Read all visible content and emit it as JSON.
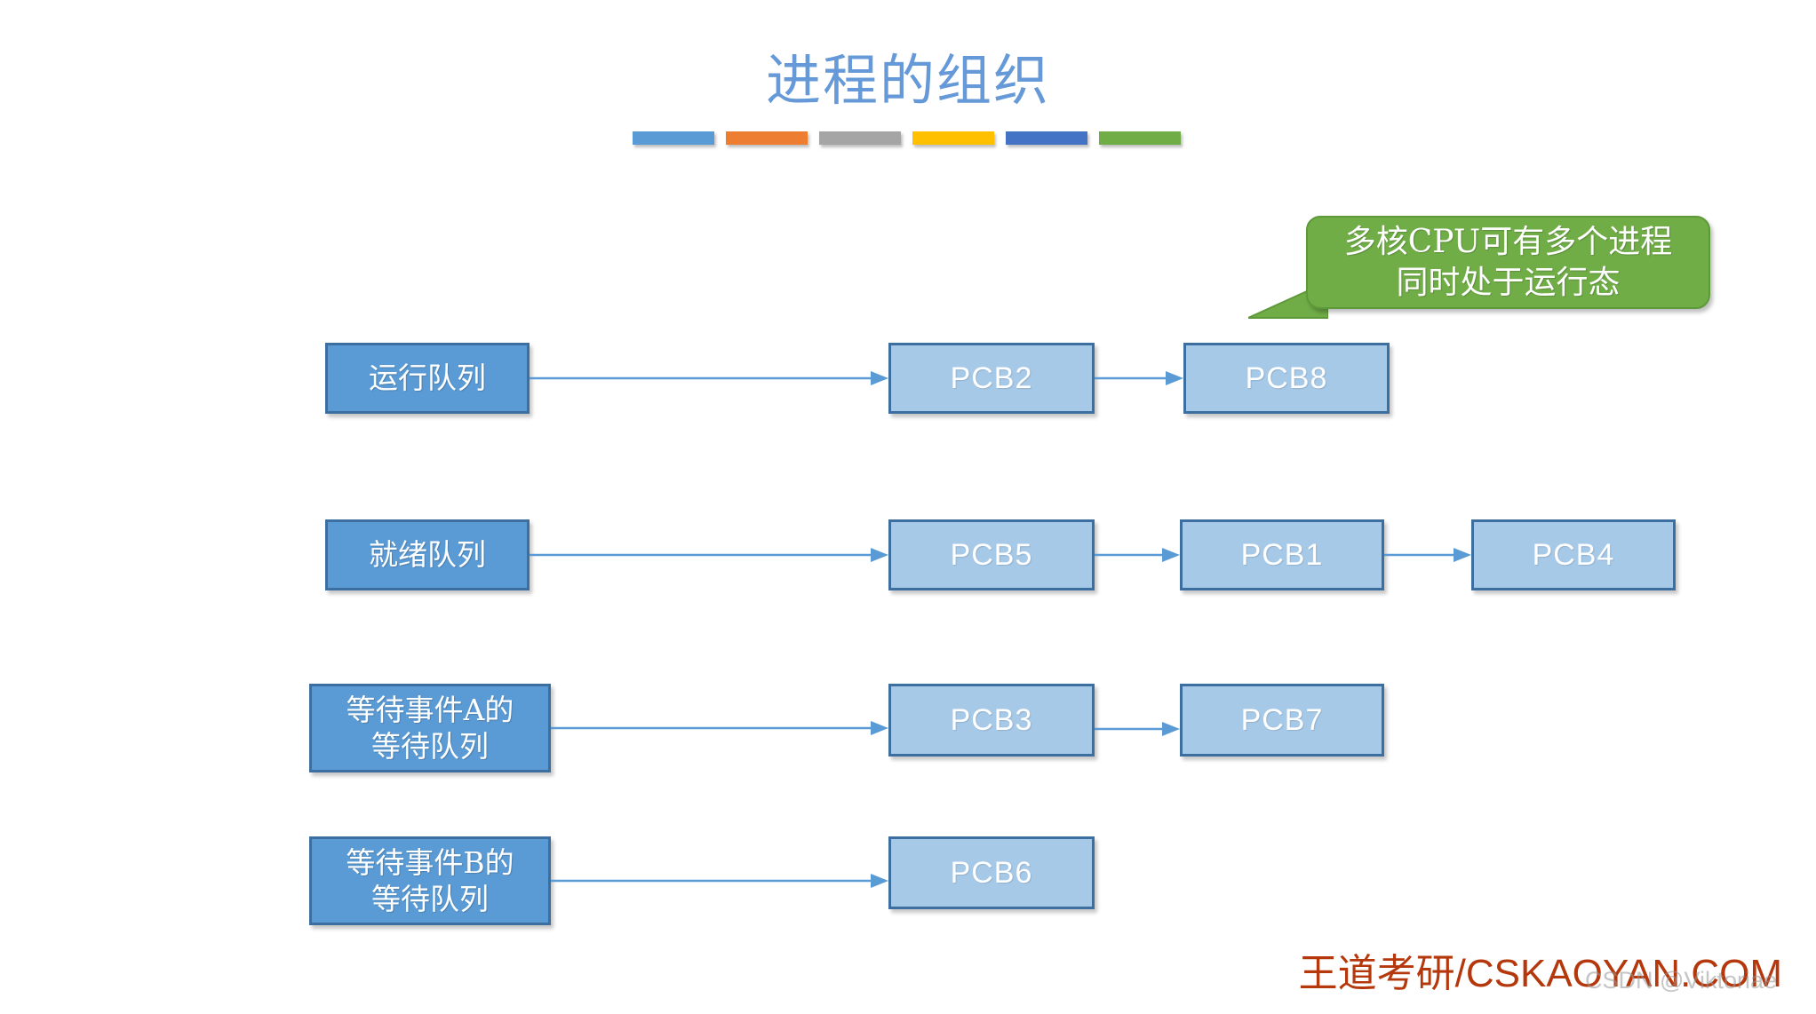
{
  "slide": {
    "title": "进程的组织",
    "title_color": "#6699D8",
    "background": "#ffffff"
  },
  "decor_bars": [
    {
      "name": "bar-blue",
      "color": "#5B9BD5"
    },
    {
      "name": "bar-orange",
      "color": "#ED7D31"
    },
    {
      "name": "bar-gray",
      "color": "#A5A5A5"
    },
    {
      "name": "bar-yellow",
      "color": "#FFC000"
    },
    {
      "name": "bar-dark-blue",
      "color": "#4472C4"
    },
    {
      "name": "bar-green",
      "color": "#70AD47"
    }
  ],
  "callout": {
    "text": "多核CPU可有多个进程\n同时处于运行态",
    "fill": "#70AD47",
    "border": "#5E9939",
    "text_color": "#FFFFFF"
  },
  "colors": {
    "queue_fill": "#5B9BD5",
    "pcb_fill": "#A6C9E8",
    "node_border": "#3C6E9F",
    "arrow": "#5B9BD5"
  },
  "rows": [
    {
      "id": "running-queue",
      "queue_label": "运行队列",
      "pcbs": [
        "PCB2",
        "PCB8"
      ]
    },
    {
      "id": "ready-queue",
      "queue_label": "就绪队列",
      "pcbs": [
        "PCB5",
        "PCB1",
        "PCB4"
      ]
    },
    {
      "id": "wait-event-a-queue",
      "queue_label": "等待事件A的\n等待队列",
      "pcbs": [
        "PCB3",
        "PCB7"
      ]
    },
    {
      "id": "wait-event-b-queue",
      "queue_label": "等待事件B的\n等待队列",
      "pcbs": [
        "PCB6"
      ]
    }
  ],
  "footer": {
    "brand": "王道考研/CSKAOYAN.COM",
    "brand_color": "#B5380C",
    "watermark": "CSDN @Viktoriae"
  }
}
